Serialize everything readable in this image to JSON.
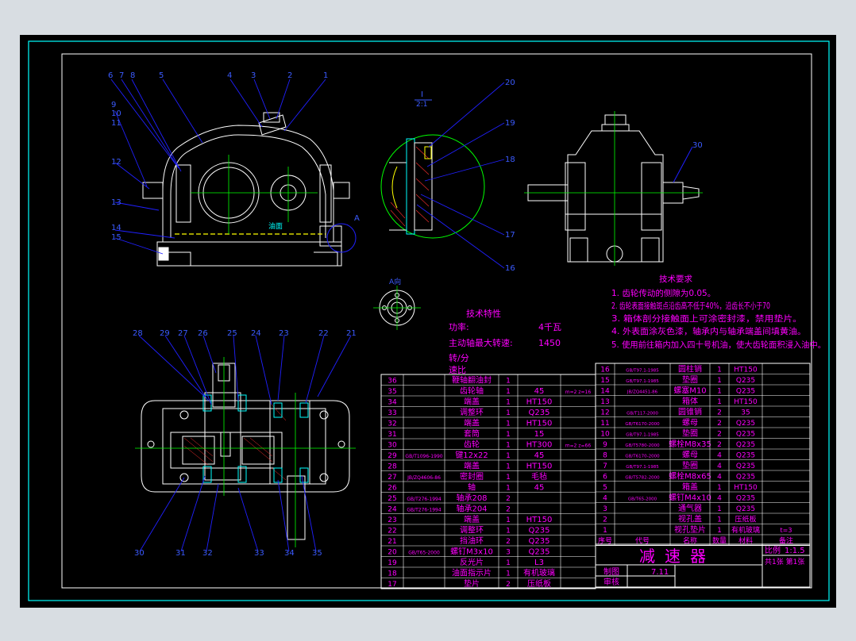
{
  "colors": {
    "app_bg": "#d8dde2",
    "paper": "#000000",
    "border": "#00ffff",
    "geometry": "#ffffff",
    "leaders": "#2020ff",
    "label_text": "#3b5bff",
    "magenta": "#ff00ff",
    "centerline": "#00ff00",
    "cut_line": "#ffff00",
    "hatch": "#ff3030"
  },
  "balloons_top": [
    "6",
    "7",
    "8",
    "5",
    "4",
    "3",
    "2",
    "1"
  ],
  "balloons_left": [
    "9",
    "10",
    "11",
    "12",
    "13",
    "14",
    "15"
  ],
  "balloons_circle": [
    "20",
    "19",
    "18",
    "17",
    "16"
  ],
  "balloon_side": "30",
  "balloons_plan_top": [
    "28",
    "29",
    "27",
    "26",
    "25",
    "24",
    "23",
    "22",
    "21"
  ],
  "balloons_plan_bottom": [
    "30",
    "31",
    "32",
    "33",
    "34",
    "35"
  ],
  "section_mark": "A",
  "detail_label": "I",
  "detail_scale": "2:1",
  "flange_label": "A向",
  "tech_char": {
    "title": "技术特性",
    "rows": [
      {
        "label": "功率:",
        "value": "4千瓦"
      },
      {
        "label": "主动轴最大转速:",
        "value": "1450"
      },
      {
        "label": "转/分",
        "value": ""
      },
      {
        "label": "速比",
        "value": ""
      }
    ]
  },
  "tech_req": {
    "title": "技术要求",
    "items": [
      "1. 齿轮传动的侧隙为0.05。",
      "2. 齿轮表面接触斑点沿齿高不低于40%，沿齿长不小于70",
      "3. 箱体剖分接触面上可涂密封漆，禁用垫片。",
      "4. 外表面涂灰色漆，轴承内与轴承端盖间填黄油。",
      "5. 使用前往箱内加入四十号机油，使大齿轮面积浸入油中。"
    ]
  },
  "bom_left": [
    {
      "no": "36",
      "std": "",
      "name": "鞭轴翻油封",
      "qty": "1",
      "mat": "",
      "note": ""
    },
    {
      "no": "35",
      "std": "",
      "name": "齿轮轴",
      "qty": "1",
      "mat": "45",
      "note": "m=2 z=16"
    },
    {
      "no": "34",
      "std": "",
      "name": "端盖",
      "qty": "1",
      "mat": "HT150",
      "note": ""
    },
    {
      "no": "33",
      "std": "",
      "name": "调整环",
      "qty": "1",
      "mat": "Q235",
      "note": ""
    },
    {
      "no": "32",
      "std": "",
      "name": "端盖",
      "qty": "1",
      "mat": "HT150",
      "note": ""
    },
    {
      "no": "31",
      "std": "",
      "name": "套筒",
      "qty": "1",
      "mat": "15",
      "note": ""
    },
    {
      "no": "30",
      "std": "",
      "name": "齿轮",
      "qty": "1",
      "mat": "HT300",
      "note": "m=2 z=66"
    },
    {
      "no": "29",
      "std": "GB/T1096-1990",
      "name": "键12x22",
      "qty": "1",
      "mat": "45",
      "note": ""
    },
    {
      "no": "28",
      "std": "",
      "name": "端盖",
      "qty": "1",
      "mat": "HT150",
      "note": ""
    },
    {
      "no": "27",
      "std": "JB/ZQ4606-86",
      "name": "密封圈",
      "qty": "1",
      "mat": "毛毡",
      "note": ""
    },
    {
      "no": "26",
      "std": "",
      "name": "轴",
      "qty": "1",
      "mat": "45",
      "note": ""
    },
    {
      "no": "25",
      "std": "GB/T276-1994",
      "name": "轴承208",
      "qty": "2",
      "mat": "",
      "note": ""
    },
    {
      "no": "24",
      "std": "GB/T276-1994",
      "name": "轴承204",
      "qty": "2",
      "mat": "",
      "note": ""
    },
    {
      "no": "23",
      "std": "",
      "name": "端盖",
      "qty": "1",
      "mat": "HT150",
      "note": ""
    },
    {
      "no": "22",
      "std": "",
      "name": "调整环",
      "qty": "1",
      "mat": "Q235",
      "note": ""
    },
    {
      "no": "21",
      "std": "",
      "name": "挡油环",
      "qty": "2",
      "mat": "Q235",
      "note": ""
    },
    {
      "no": "20",
      "std": "GB/T65-2000",
      "name": "螺钉M3x10",
      "qty": "3",
      "mat": "Q235",
      "note": ""
    },
    {
      "no": "19",
      "std": "",
      "name": "反光片",
      "qty": "1",
      "mat": "L3",
      "note": ""
    },
    {
      "no": "18",
      "std": "",
      "name": "油面指示片",
      "qty": "1",
      "mat": "有机玻璃",
      "note": ""
    },
    {
      "no": "17",
      "std": "",
      "name": "垫片",
      "qty": "2",
      "mat": "压纸板",
      "note": ""
    }
  ],
  "bom_right": [
    {
      "no": "16",
      "std": "GB/T97.1-1985",
      "name": "圆柱销",
      "qty": "1",
      "mat": "HT150",
      "note": ""
    },
    {
      "no": "15",
      "std": "GB/T97.1-1985",
      "name": "垫圈",
      "qty": "1",
      "mat": "Q235",
      "note": ""
    },
    {
      "no": "14",
      "std": "JB/ZQ4451-86",
      "name": "螺塞M10",
      "qty": "1",
      "mat": "Q235",
      "note": ""
    },
    {
      "no": "13",
      "std": "",
      "name": "箱体",
      "qty": "1",
      "mat": "HT150",
      "note": ""
    },
    {
      "no": "12",
      "std": "GB/T117-2000",
      "name": "圆锥销",
      "qty": "2",
      "mat": "35",
      "note": ""
    },
    {
      "no": "11",
      "std": "GB/T6170-2000",
      "name": "螺母",
      "qty": "2",
      "mat": "Q235",
      "note": ""
    },
    {
      "no": "10",
      "std": "GB/T97.1-1985",
      "name": "垫圈",
      "qty": "2",
      "mat": "Q235",
      "note": ""
    },
    {
      "no": "9",
      "std": "GB/T5780-2000",
      "name": "螺栓M8x35",
      "qty": "2",
      "mat": "Q235",
      "note": ""
    },
    {
      "no": "8",
      "std": "GB/T6170-2000",
      "name": "螺母",
      "qty": "4",
      "mat": "Q235",
      "note": ""
    },
    {
      "no": "7",
      "std": "GB/T97.1-1985",
      "name": "垫圈",
      "qty": "4",
      "mat": "Q235",
      "note": ""
    },
    {
      "no": "6",
      "std": "GB/T5782-2000",
      "name": "螺栓M8x65",
      "qty": "4",
      "mat": "Q235",
      "note": ""
    },
    {
      "no": "5",
      "std": "",
      "name": "箱盖",
      "qty": "1",
      "mat": "HT150",
      "note": ""
    },
    {
      "no": "4",
      "std": "GB/T65-2000",
      "name": "螺钉M4x10",
      "qty": "4",
      "mat": "Q235",
      "note": ""
    },
    {
      "no": "3",
      "std": "",
      "name": "通气器",
      "qty": "1",
      "mat": "Q235",
      "note": ""
    },
    {
      "no": "2",
      "std": "",
      "name": "视孔盖",
      "qty": "1",
      "mat": "压纸板",
      "note": ""
    },
    {
      "no": "1",
      "std": "",
      "name": "视孔垫片",
      "qty": "1",
      "mat": "有机玻璃",
      "note": "t=3"
    }
  ],
  "bom_header": {
    "no": "序号",
    "std": "代号",
    "name": "名称",
    "qty": "数量",
    "mat": "材料",
    "note": "备注"
  },
  "title_block": {
    "title": "减速器",
    "scale_label": "比例",
    "scale_value": "1:1.5",
    "drawing_no": "7.11",
    "draw_label": "制图",
    "check_label": "审核",
    "sheet": "共1张 第1张"
  }
}
